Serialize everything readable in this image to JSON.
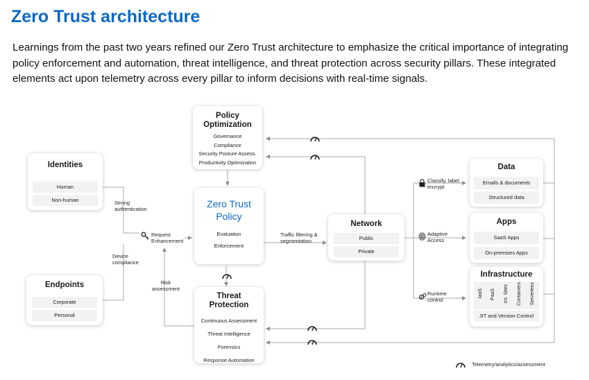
{
  "title": "Zero Trust architecture",
  "intro": "Learnings from the past two years refined our Zero Trust architecture to emphasize the critical importance of integrating policy enforcement and automation, threat intelligence, and threat protection across security pillars. These integrated elements act upon telemetry across every pillar to inform decisions with real-time signals.",
  "policy_optimization": {
    "title": "Policy Optimization",
    "items": [
      "Governance",
      "Compliance",
      "Security Posture Assess.",
      "Productivity Optimization"
    ]
  },
  "zero_trust_policy": {
    "title": "Zero Trust Policy",
    "items": [
      "Evaluation",
      "Enforcement"
    ]
  },
  "threat_protection": {
    "title": "Threat Protection",
    "items": [
      "Continuous Assessment",
      "Threat Intelligence",
      "Forensics",
      "Response Automation"
    ]
  },
  "identities": {
    "title": "Identities",
    "items": [
      "Human",
      "Non-human"
    ]
  },
  "endpoints": {
    "title": "Endpoints",
    "items": [
      "Corporate",
      "Personal"
    ]
  },
  "network": {
    "title": "Network",
    "items": [
      "Public",
      "Private"
    ]
  },
  "data": {
    "title": "Data",
    "items": [
      "Emails & documents",
      "Structured data"
    ]
  },
  "apps": {
    "title": "Apps",
    "items": [
      "SaaS Apps",
      "On-premises Apps"
    ]
  },
  "infrastructure": {
    "title": "Infrastructure",
    "items": [
      "IaaS",
      "PaaS",
      "Int. Sites",
      "Containers",
      "Serverless"
    ],
    "footer": "JIT and Version Control"
  },
  "labels": {
    "strong_auth": "Strong authentication",
    "device_compliance": "Device compliance",
    "request_enhancement": "Request Enhancement",
    "risk_assessment": "Risk assessment",
    "traffic_filtering": "Traffic filtering & segmentation",
    "classify": "Classify, label, encrypt",
    "adaptive": "Adaptive Access",
    "runtime": "Runtime control"
  },
  "legend": {
    "telemetry": "Telemetry/analytics/assessment"
  },
  "icons": [
    "telemetry-gauge-icon",
    "lock-icon",
    "fingerprint-icon",
    "gear-icon",
    "key-icon"
  ],
  "colors": {
    "title_blue": "#0b6ac7",
    "line": "#a8a8a8",
    "pill": "#f2f2f2"
  }
}
